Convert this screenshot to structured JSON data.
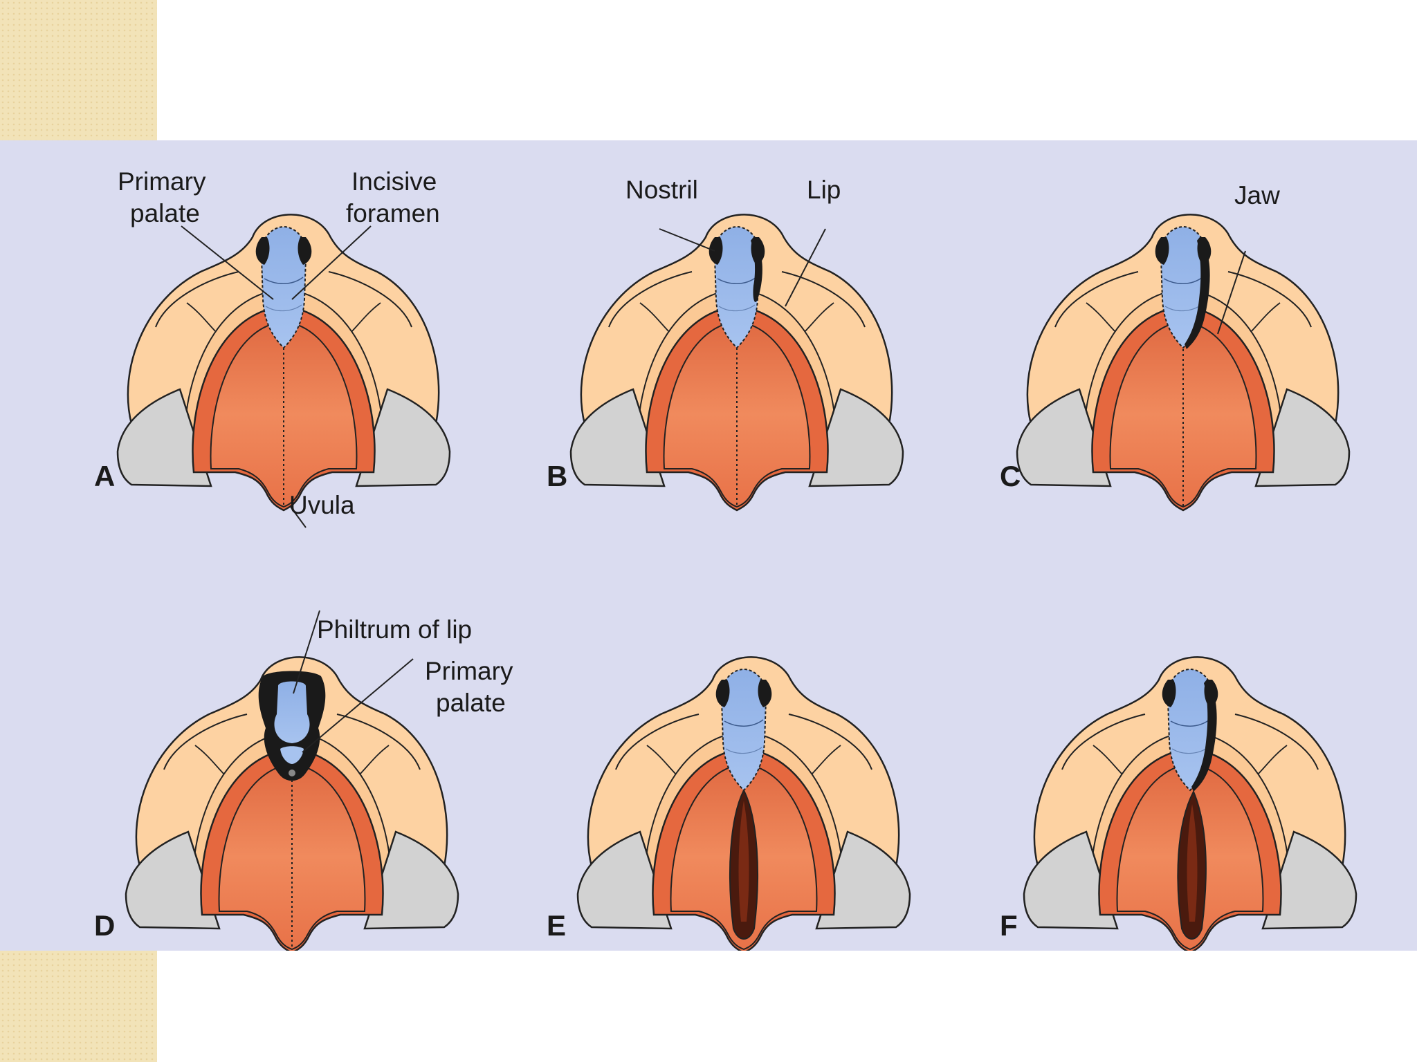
{
  "panels": [
    {
      "letter": "A"
    },
    {
      "letter": "B"
    },
    {
      "letter": "C"
    },
    {
      "letter": "D"
    },
    {
      "letter": "E"
    },
    {
      "letter": "F"
    }
  ],
  "labels": {
    "primary_palate_a_1": "Primary",
    "primary_palate_a_2": "palate",
    "incisive_foramen_1": "Incisive",
    "incisive_foramen_2": "foramen",
    "uvula": "Uvula",
    "nostril": "Nostril",
    "lip": "Lip",
    "jaw": "Jaw",
    "philtrum": "Philtrum of lip",
    "primary_palate_d_1": "Primary",
    "primary_palate_d_2": "palate"
  },
  "colors": {
    "background": "#dadcf0",
    "skin": "#fdd2a2",
    "palate": "#ee7e53",
    "primary_palate_blue": "#93b4e6",
    "gray_region": "#d2d2d2",
    "cleft_dark": "#1a1a1a",
    "border_strip": "#f2e3b8"
  }
}
